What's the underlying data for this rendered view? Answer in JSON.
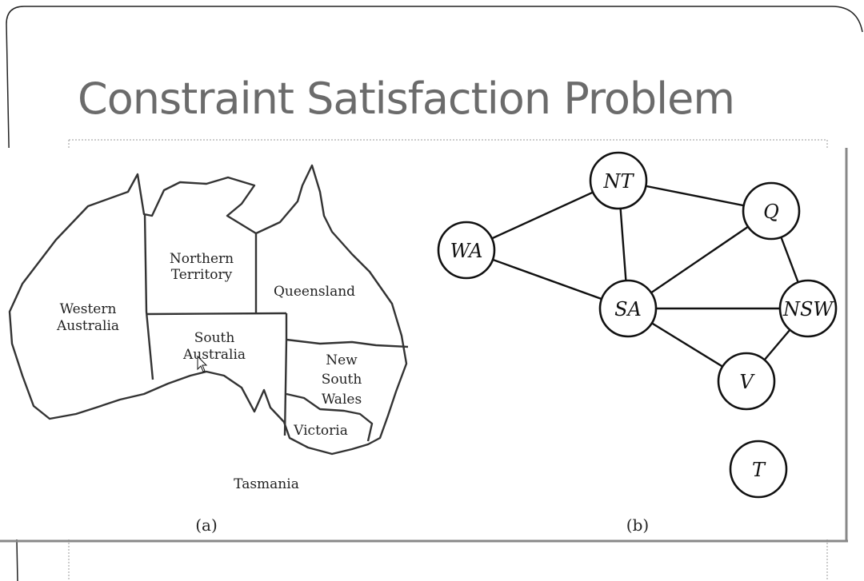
{
  "slide": {
    "title": "Constraint Satisfaction Problem"
  },
  "map": {
    "regions": {
      "western_australia": [
        "Western",
        "Australia"
      ],
      "northern_territory": [
        "Northern",
        "Territory"
      ],
      "queensland": [
        "Queensland"
      ],
      "south_australia": [
        "South",
        "Australia"
      ],
      "new_south_wales": [
        "New",
        "South",
        "Wales"
      ],
      "victoria": [
        "Victoria"
      ],
      "tasmania": [
        "Tasmania"
      ]
    },
    "caption": "(a)"
  },
  "graph": {
    "nodes": {
      "wa": "WA",
      "nt": "NT",
      "q": "Q",
      "sa": "SA",
      "nsw": "NSW",
      "v": "V",
      "t": "T"
    },
    "edges": [
      [
        "WA",
        "NT"
      ],
      [
        "WA",
        "SA"
      ],
      [
        "NT",
        "SA"
      ],
      [
        "NT",
        "Q"
      ],
      [
        "SA",
        "Q"
      ],
      [
        "SA",
        "NSW"
      ],
      [
        "SA",
        "V"
      ],
      [
        "Q",
        "NSW"
      ],
      [
        "NSW",
        "V"
      ]
    ],
    "caption": "(b)"
  },
  "colors": {
    "title": "#6b6b6b",
    "ink": "#111111",
    "frame": "#888888"
  }
}
